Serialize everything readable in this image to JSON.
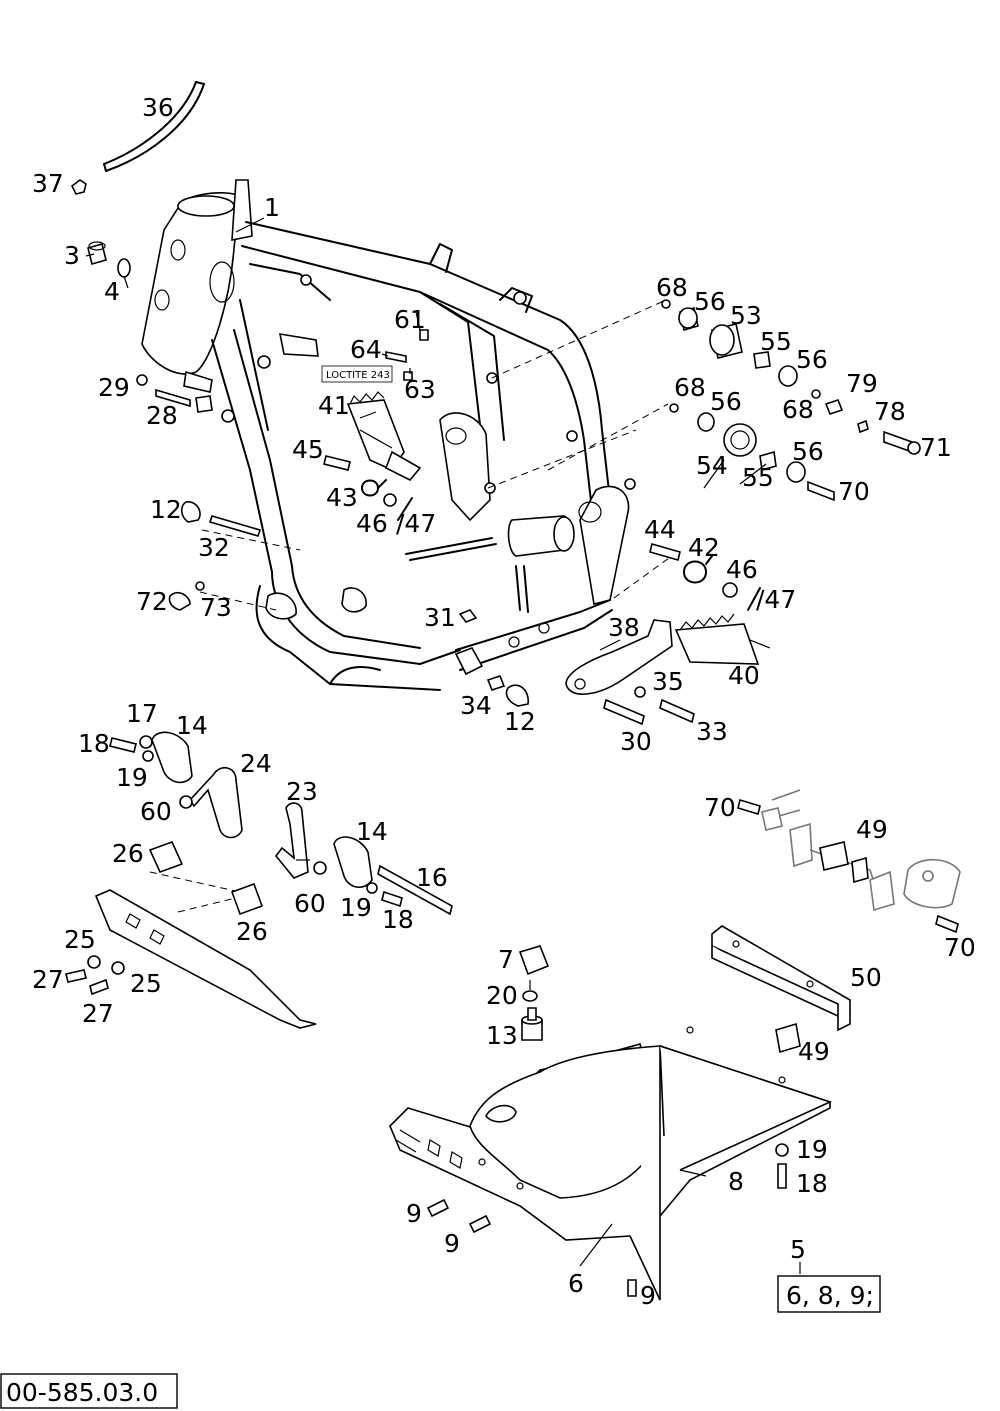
{
  "diagram": {
    "drawing_number": "00-585.03.0",
    "note_loctite": "LOCTITE 243",
    "kit_box": {
      "number": "5",
      "contents": "6, 8, 9;"
    },
    "callouts": [
      {
        "id": "c36",
        "text": "36"
      },
      {
        "id": "c37",
        "text": "37"
      },
      {
        "id": "c1",
        "text": "1"
      },
      {
        "id": "c3",
        "text": "3"
      },
      {
        "id": "c4",
        "text": "4"
      },
      {
        "id": "c68a",
        "text": "68"
      },
      {
        "id": "c56a",
        "text": "56"
      },
      {
        "id": "c53",
        "text": "53"
      },
      {
        "id": "c61",
        "text": "61"
      },
      {
        "id": "c55a",
        "text": "55"
      },
      {
        "id": "c56b",
        "text": "56"
      },
      {
        "id": "c64",
        "text": "64"
      },
      {
        "id": "c63",
        "text": "63"
      },
      {
        "id": "c29",
        "text": "29"
      },
      {
        "id": "c28",
        "text": "28"
      },
      {
        "id": "c68b",
        "text": "68"
      },
      {
        "id": "c79",
        "text": "79"
      },
      {
        "id": "c56c",
        "text": "56"
      },
      {
        "id": "c68c",
        "text": "68"
      },
      {
        "id": "c78",
        "text": "78"
      },
      {
        "id": "c41",
        "text": "41"
      },
      {
        "id": "c71",
        "text": "71"
      },
      {
        "id": "c45",
        "text": "45"
      },
      {
        "id": "c56d",
        "text": "56"
      },
      {
        "id": "c54",
        "text": "54"
      },
      {
        "id": "c55b",
        "text": "55"
      },
      {
        "id": "c43",
        "text": "43"
      },
      {
        "id": "c70a",
        "text": "70"
      },
      {
        "id": "c12a",
        "text": "12"
      },
      {
        "id": "c46a",
        "text": "46"
      },
      {
        "id": "c47a",
        "text": "/47"
      },
      {
        "id": "c32",
        "text": "32"
      },
      {
        "id": "c44",
        "text": "44"
      },
      {
        "id": "c42",
        "text": "42"
      },
      {
        "id": "c46b",
        "text": "46"
      },
      {
        "id": "c47b",
        "text": "/47"
      },
      {
        "id": "c72",
        "text": "72"
      },
      {
        "id": "c73",
        "text": "73"
      },
      {
        "id": "c31",
        "text": "31"
      },
      {
        "id": "c38",
        "text": "38"
      },
      {
        "id": "c35",
        "text": "35"
      },
      {
        "id": "c40",
        "text": "40"
      },
      {
        "id": "c34",
        "text": "34"
      },
      {
        "id": "c12b",
        "text": "12"
      },
      {
        "id": "c30",
        "text": "30"
      },
      {
        "id": "c33",
        "text": "33"
      },
      {
        "id": "c17",
        "text": "17"
      },
      {
        "id": "c14a",
        "text": "14"
      },
      {
        "id": "c18a",
        "text": "18"
      },
      {
        "id": "c24",
        "text": "24"
      },
      {
        "id": "c19a",
        "text": "19"
      },
      {
        "id": "c60a",
        "text": "60"
      },
      {
        "id": "c23",
        "text": "23"
      },
      {
        "id": "c70b",
        "text": "70"
      },
      {
        "id": "c49a",
        "text": "49"
      },
      {
        "id": "c14b",
        "text": "14"
      },
      {
        "id": "c26a",
        "text": "26"
      },
      {
        "id": "c16",
        "text": "16"
      },
      {
        "id": "c60b",
        "text": "60"
      },
      {
        "id": "c19b",
        "text": "19"
      },
      {
        "id": "c18b",
        "text": "18"
      },
      {
        "id": "c26b",
        "text": "26"
      },
      {
        "id": "c70c",
        "text": "70"
      },
      {
        "id": "c25a",
        "text": "25"
      },
      {
        "id": "c27a",
        "text": "27"
      },
      {
        "id": "c25b",
        "text": "25"
      },
      {
        "id": "c27b",
        "text": "27"
      },
      {
        "id": "c7",
        "text": "7"
      },
      {
        "id": "c50",
        "text": "50"
      },
      {
        "id": "c20",
        "text": "20"
      },
      {
        "id": "c13",
        "text": "13"
      },
      {
        "id": "c49b",
        "text": "49"
      },
      {
        "id": "c19c",
        "text": "19"
      },
      {
        "id": "c8",
        "text": "8"
      },
      {
        "id": "c18c",
        "text": "18"
      },
      {
        "id": "c9a",
        "text": "9"
      },
      {
        "id": "c9b",
        "text": "9"
      },
      {
        "id": "c6",
        "text": "6"
      },
      {
        "id": "c9c",
        "text": "9"
      }
    ]
  }
}
